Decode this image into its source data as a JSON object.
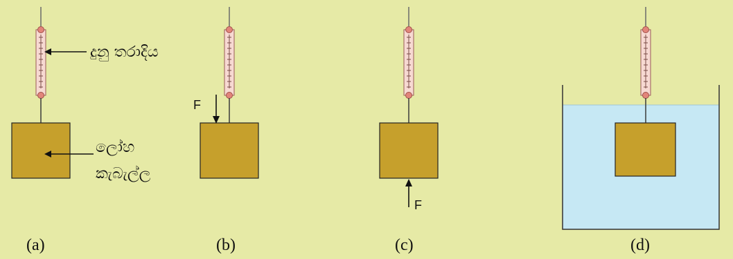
{
  "colors": {
    "background": "#e6eaa6",
    "block": "#c6a02c",
    "water": "#c6e8f4",
    "spring_balance": "#f7d9d2",
    "knob": "#e2857a"
  },
  "labels": {
    "spring_balance": "දුනු තරාදිය",
    "metal_block_line1": "ලෝහ",
    "metal_block_line2": "කැබැල්ල",
    "force_b": "F",
    "force_c": "F"
  },
  "panels": [
    {
      "caption": "(a)"
    },
    {
      "caption": "(b)"
    },
    {
      "caption": "(c)"
    },
    {
      "caption": "(d)"
    }
  ]
}
